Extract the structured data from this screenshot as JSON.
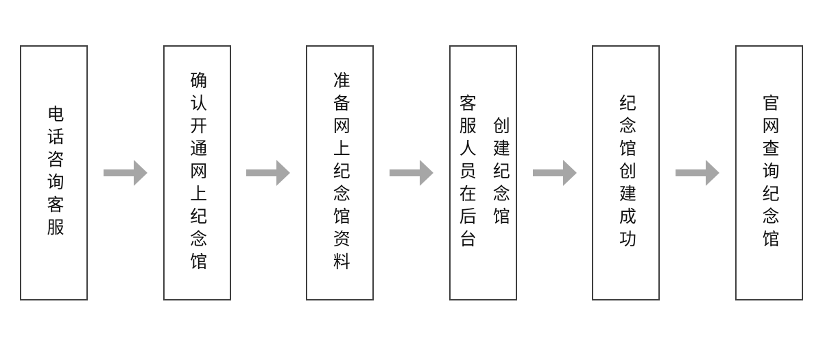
{
  "flowchart": {
    "type": "horizontal-process-flow",
    "direction": "left-to-right",
    "steps": [
      {
        "name": "step-1",
        "columns": [
          "电话咨询客服"
        ]
      },
      {
        "name": "step-2",
        "columns": [
          "确认开通网上纪念馆"
        ]
      },
      {
        "name": "step-3",
        "columns": [
          "准备网上纪念馆资料"
        ]
      },
      {
        "name": "step-4",
        "columns": [
          "客服人员在后台",
          "创建纪念馆"
        ]
      },
      {
        "name": "step-5",
        "columns": [
          "纪念馆创建成功"
        ]
      },
      {
        "name": "step-6",
        "columns": [
          "官网查询纪念馆"
        ]
      }
    ],
    "connector": "right-arrow",
    "colors": {
      "background": "#ffffff",
      "box_border": "#3f3f3f",
      "text": "#111111",
      "arrow": "#a6a6a6"
    }
  }
}
